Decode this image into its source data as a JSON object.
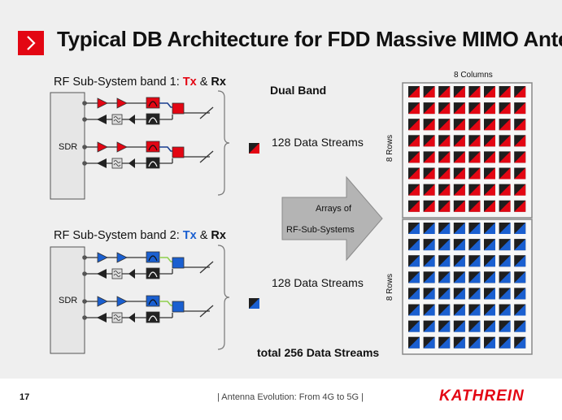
{
  "header": {
    "title": "Typical DB Architecture for FDD Massive MIMO Antenna"
  },
  "band1": {
    "prefix": "RF Sub-System band 1: ",
    "tx": "Tx",
    "amp": " & ",
    "rx": "Rx",
    "sdr_label": "SDR"
  },
  "band2": {
    "prefix": "RF Sub-System  band 2: ",
    "tx": "Tx",
    "amp": " & ",
    "rx": "Rx",
    "sdr_label": "SDR"
  },
  "middle": {
    "dual_band": "Dual Band",
    "streams_band1": "128 Data Streams",
    "streams_band2": "128 Data Streams",
    "arrow_line1": "Arrays of",
    "arrow_line2": "RF-Sub-Systems",
    "total": "total 256 Data Streams"
  },
  "array": {
    "columns_label": "8 Columns",
    "rows_label_top": "8 Rows",
    "rows_label_bottom": "8 Rows",
    "columns": 8,
    "rows_per_band": 8
  },
  "footer": {
    "page_number": "17",
    "presentation": "| Antenna Evolution: From 4G to 5G |",
    "logo_text": "KATHREIN"
  },
  "colors": {
    "band1": "#e30613",
    "band2": "#1a5fd0",
    "dark": "#1e1e1e",
    "accent": "#e30613",
    "signal_band1": "#1a3f8f",
    "signal_band2": "#8fcf4f"
  }
}
